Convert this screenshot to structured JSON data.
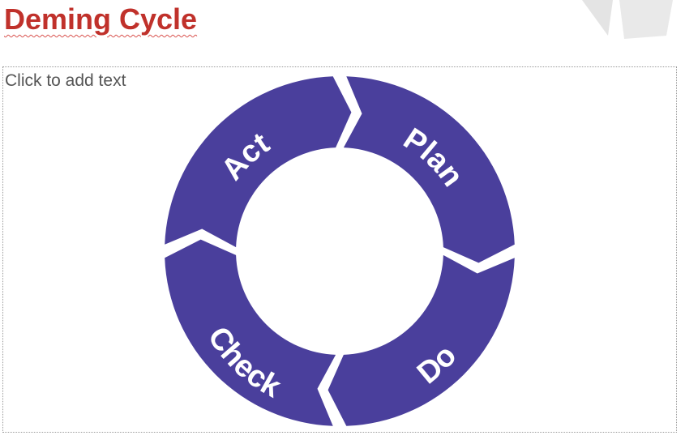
{
  "slide": {
    "title": "Deming Cycle",
    "placeholder": "Click to add text"
  },
  "diagram": {
    "ring_color": "#4a3f9c",
    "steps": [
      {
        "label": "Plan"
      },
      {
        "label": "Do"
      },
      {
        "label": "Check"
      },
      {
        "label": "Act"
      }
    ]
  },
  "colors": {
    "title": "#c0312b",
    "ring": "#4a3f9c",
    "logo": "#e2e2e2"
  }
}
